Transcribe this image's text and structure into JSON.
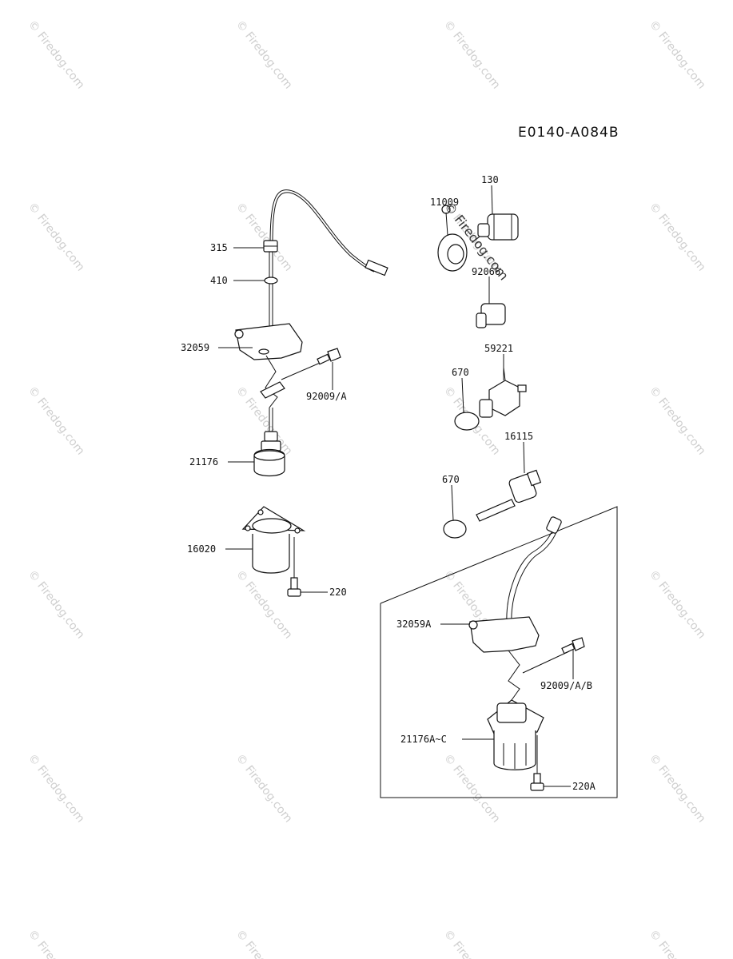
{
  "diagram_code": "E0140-A084B",
  "watermark": "© Firedog.com",
  "labels": {
    "p315": "315",
    "p410": "410",
    "p32059": "32059",
    "p92009a": "92009/A",
    "p21176": "21176",
    "p16020": "16020",
    "p220": "220",
    "p11009": "11009",
    "p130": "130",
    "p92066": "92066",
    "p59221": "59221",
    "p670a": "670",
    "p16115": "16115",
    "p670b": "670",
    "p32059a": "32059A",
    "p92009ab": "92009/A/B",
    "p21176ac": "21176A~C",
    "p220a": "220A"
  }
}
